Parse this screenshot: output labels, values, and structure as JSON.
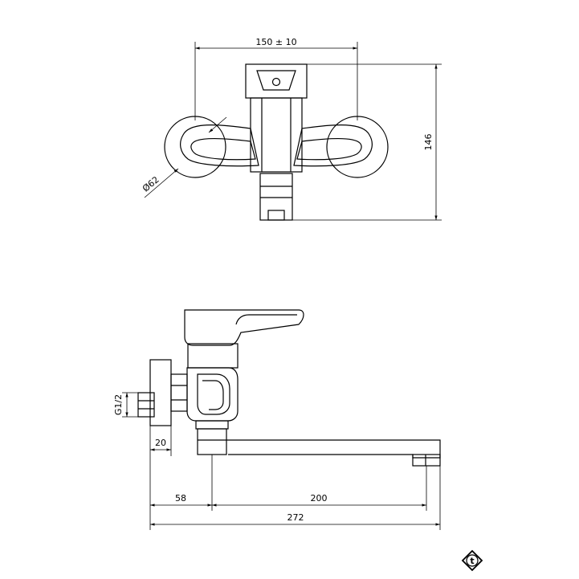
{
  "drawing": {
    "top_view": {
      "width_dim": "150 ± 10",
      "height_dim": "146",
      "diameter_dim": "Ø62"
    },
    "side_view": {
      "thread_dim": "G1/2",
      "depth_dim": "20",
      "dim_a": "58",
      "dim_b": "200",
      "dim_total": "272"
    },
    "logo": "t"
  },
  "colors": {
    "line": "#000000",
    "background": "#ffffff"
  }
}
